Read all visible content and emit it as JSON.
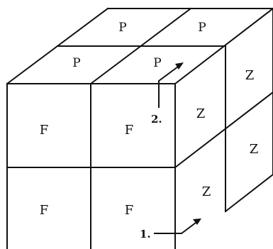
{
  "cube": {
    "top_faces": [
      "P",
      "P",
      "P",
      "P"
    ],
    "front_faces": [
      "F",
      "F",
      "F",
      "F"
    ],
    "side_faces": [
      "Z",
      "Z",
      "Z",
      "Z"
    ]
  },
  "moves": [
    {
      "label": "1."
    },
    {
      "label": "2."
    }
  ],
  "colors": {
    "line": "#111111",
    "background": "#ffffff"
  }
}
